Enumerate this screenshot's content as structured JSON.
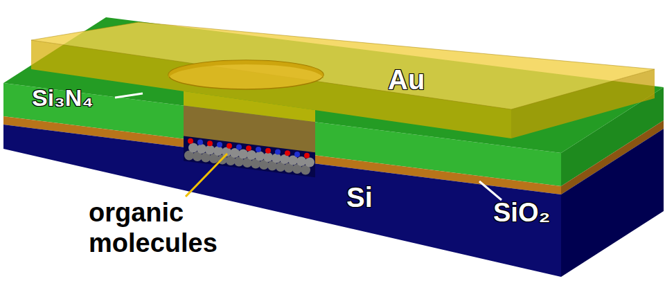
{
  "diagram": {
    "labels": [
      "Au",
      "Si₃N₄",
      "organic molecules",
      "Si",
      "SiO₂"
    ]
  }
}
